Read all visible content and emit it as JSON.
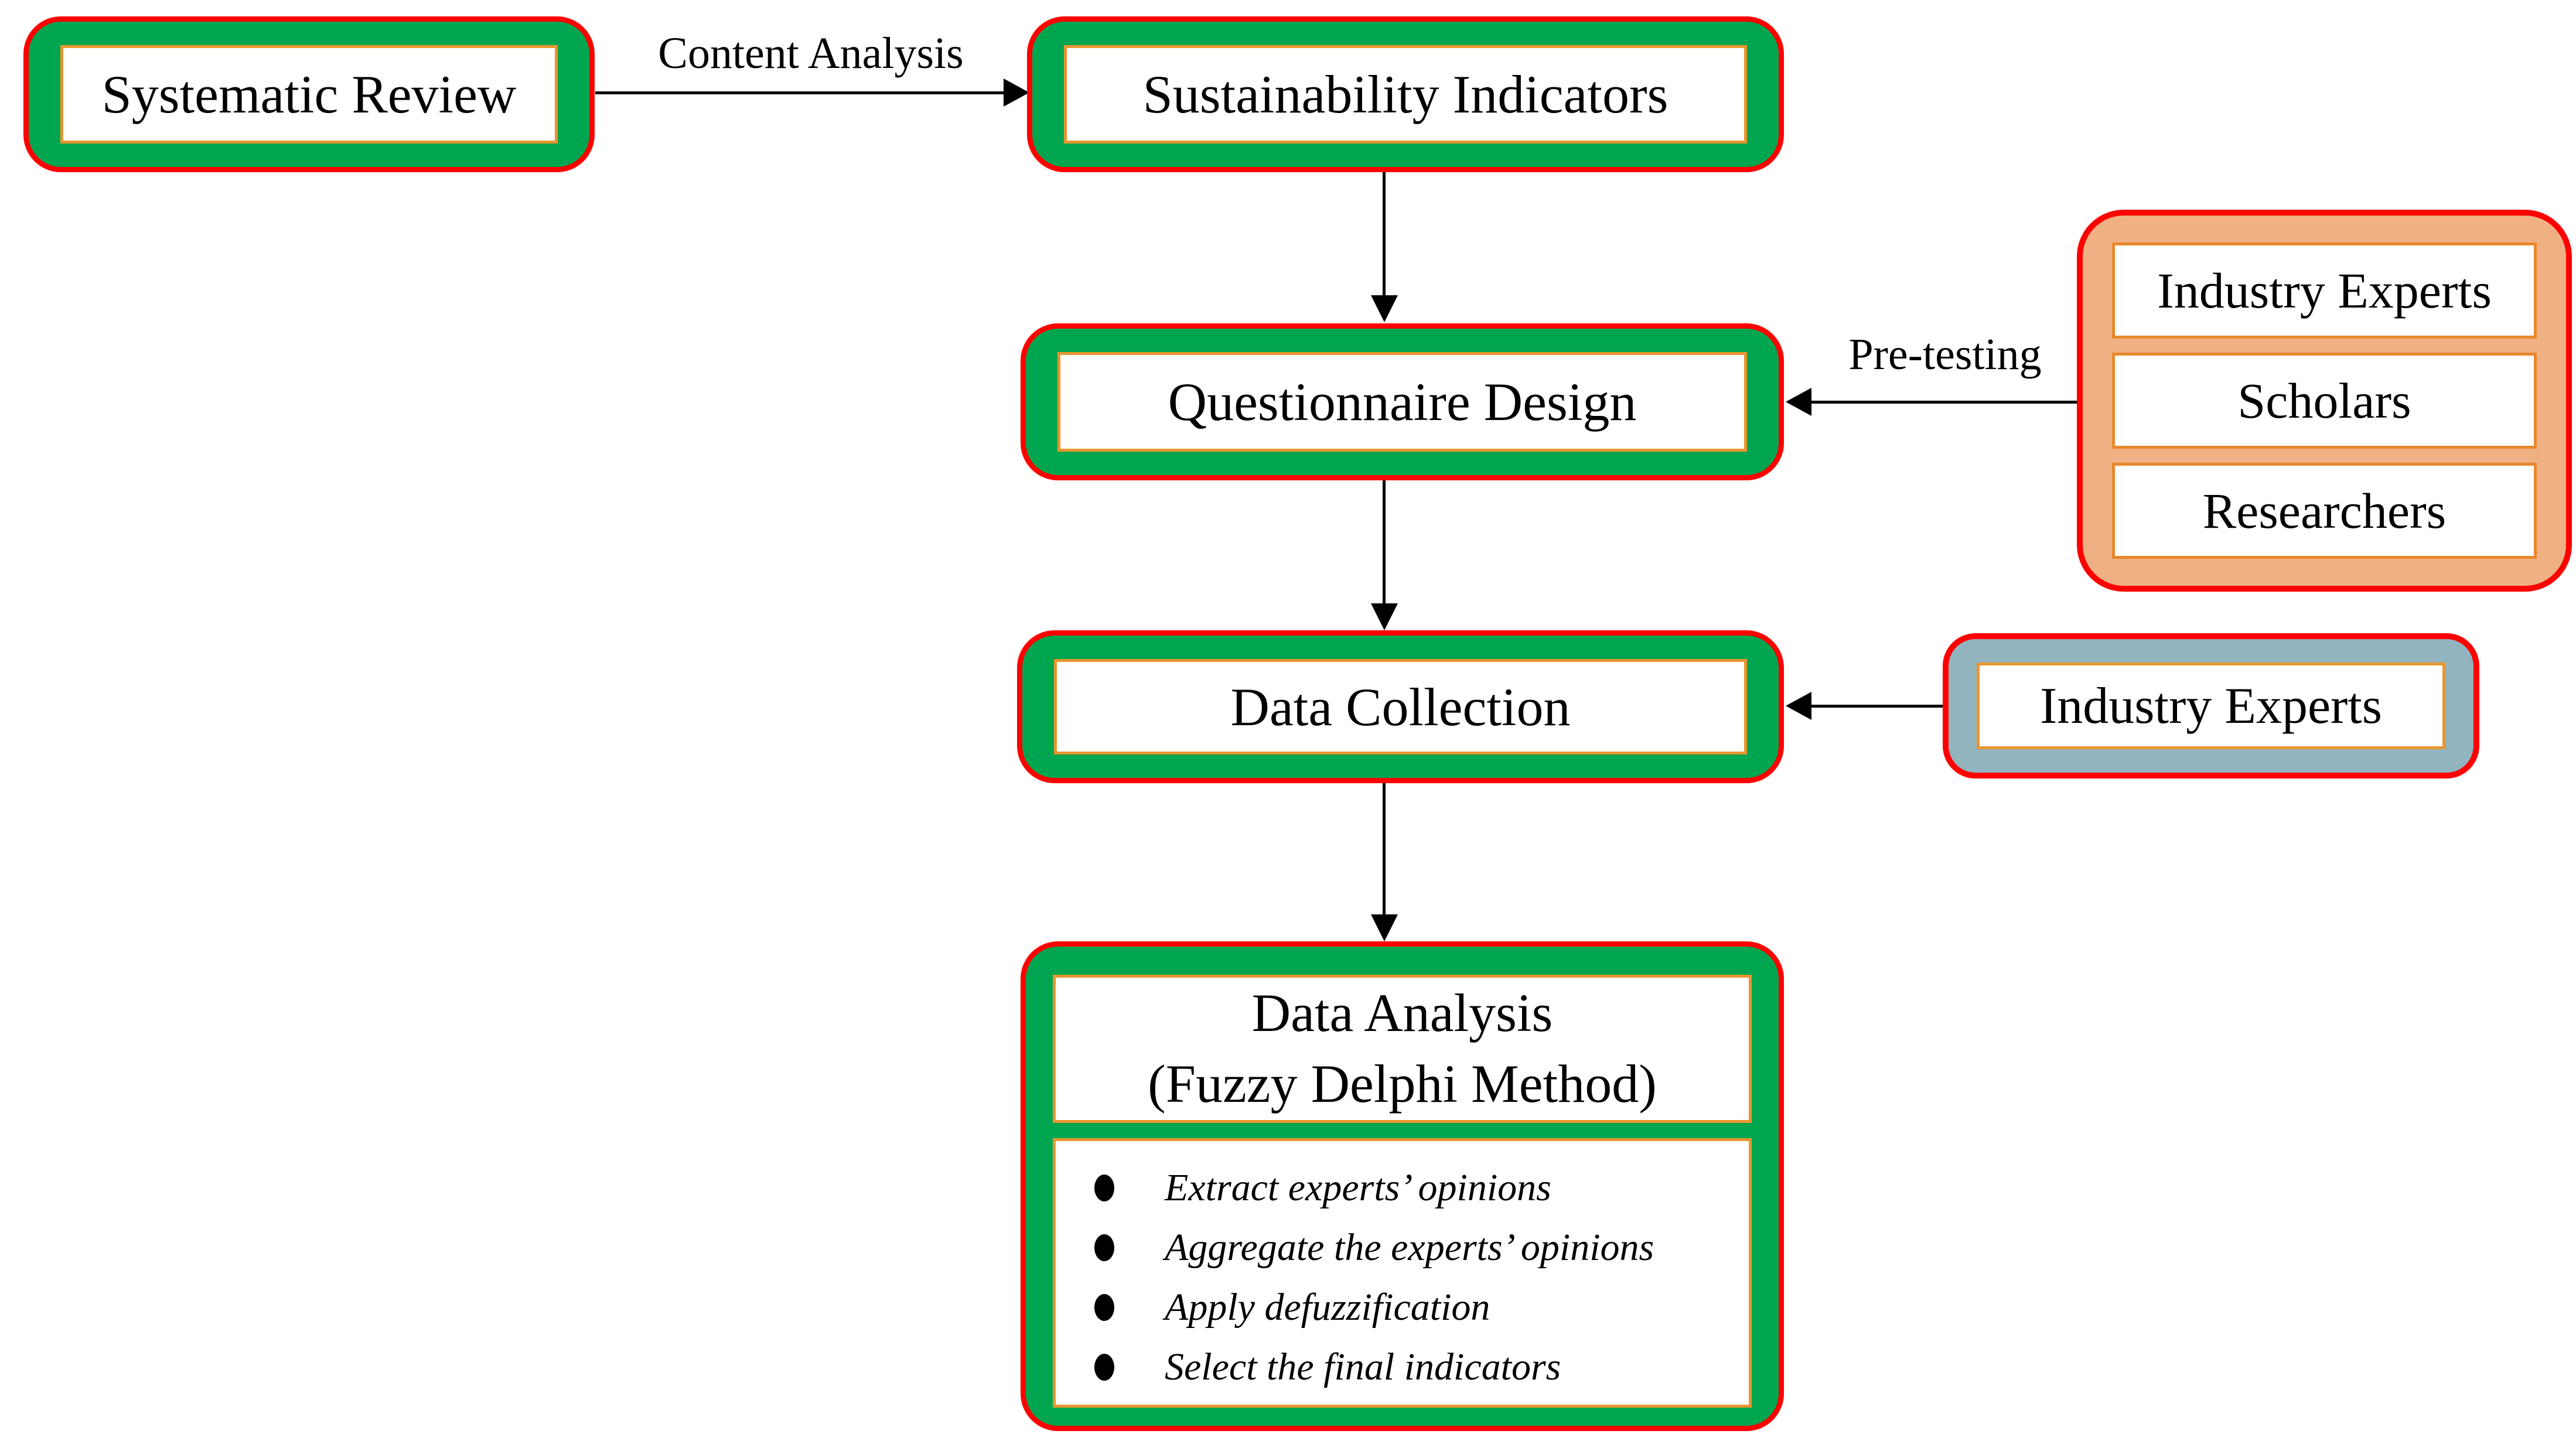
{
  "diagram": {
    "boxes": {
      "systematic_review": {
        "label": "Systematic Review"
      },
      "sustainability_indicators": {
        "label": "Sustainability Indicators"
      },
      "questionnaire_design": {
        "label": "Questionnaire Design"
      },
      "data_collection": {
        "label": "Data Collection"
      },
      "data_analysis": {
        "title_line1": "Data Analysis",
        "title_line2": "(Fuzzy Delphi Method)",
        "bullets": [
          "Extract experts’ opinions",
          "Aggregate the experts’ opinions",
          "Apply defuzzification",
          "Select the final indicators"
        ]
      },
      "pretesting_panel": {
        "items": [
          "Industry Experts",
          "Scholars",
          "Researchers"
        ]
      },
      "data_collection_source": {
        "label": "Industry Experts"
      }
    },
    "edge_labels": {
      "content_analysis": "Content Analysis",
      "pre_testing": "Pre-testing"
    },
    "colors": {
      "node_green": "#00A64F",
      "border_red": "#FE0000",
      "panel_orange": "#EFB183",
      "suborange_border": "#E8872B",
      "inner_border_orange": "#E8962F",
      "panel_blue": "#92B4BE",
      "arrow_black": "#000000"
    }
  }
}
